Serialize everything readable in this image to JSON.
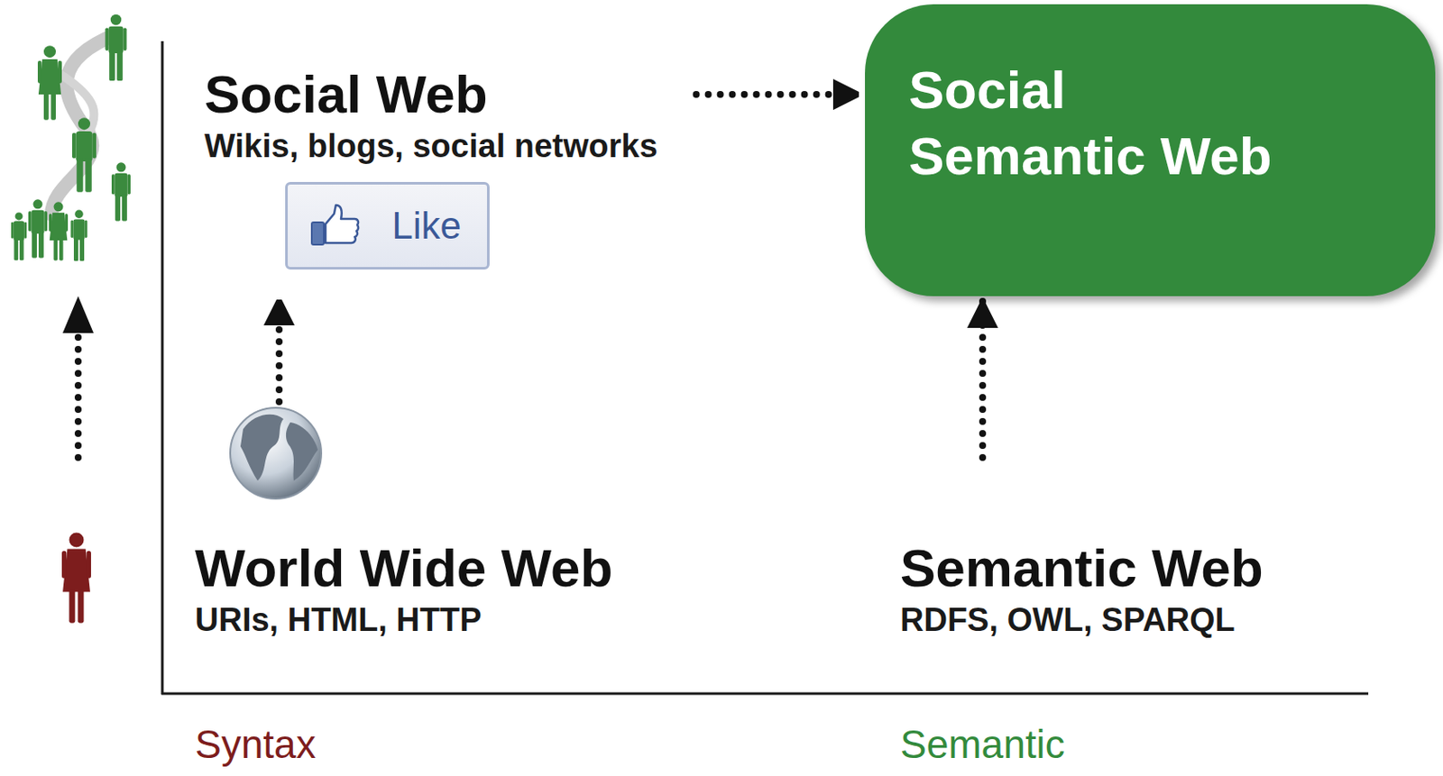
{
  "diagram": {
    "nodes": [
      {
        "text": [
          "Social Web",
          "Wikis, blogs, social networks"
        ]
      },
      {
        "text": [
          "Like"
        ]
      },
      {
        "text": [
          "Social Semantic Web"
        ]
      },
      {
        "text": [
          "World Wide Web",
          "URIs, HTML, HTTP"
        ]
      },
      {
        "text": [
          "Semantic Web",
          "RDFS, OWL, SPARQL"
        ]
      }
    ],
    "edges": [
      {
        "from": 0,
        "to": 2,
        "arrow": "to"
      },
      {
        "from": 3,
        "to": 1,
        "arrow": "to"
      },
      {
        "from": 4,
        "to": 2,
        "arrow": "to"
      }
    ],
    "labels": [
      "Syntax",
      "Semantic"
    ]
  }
}
